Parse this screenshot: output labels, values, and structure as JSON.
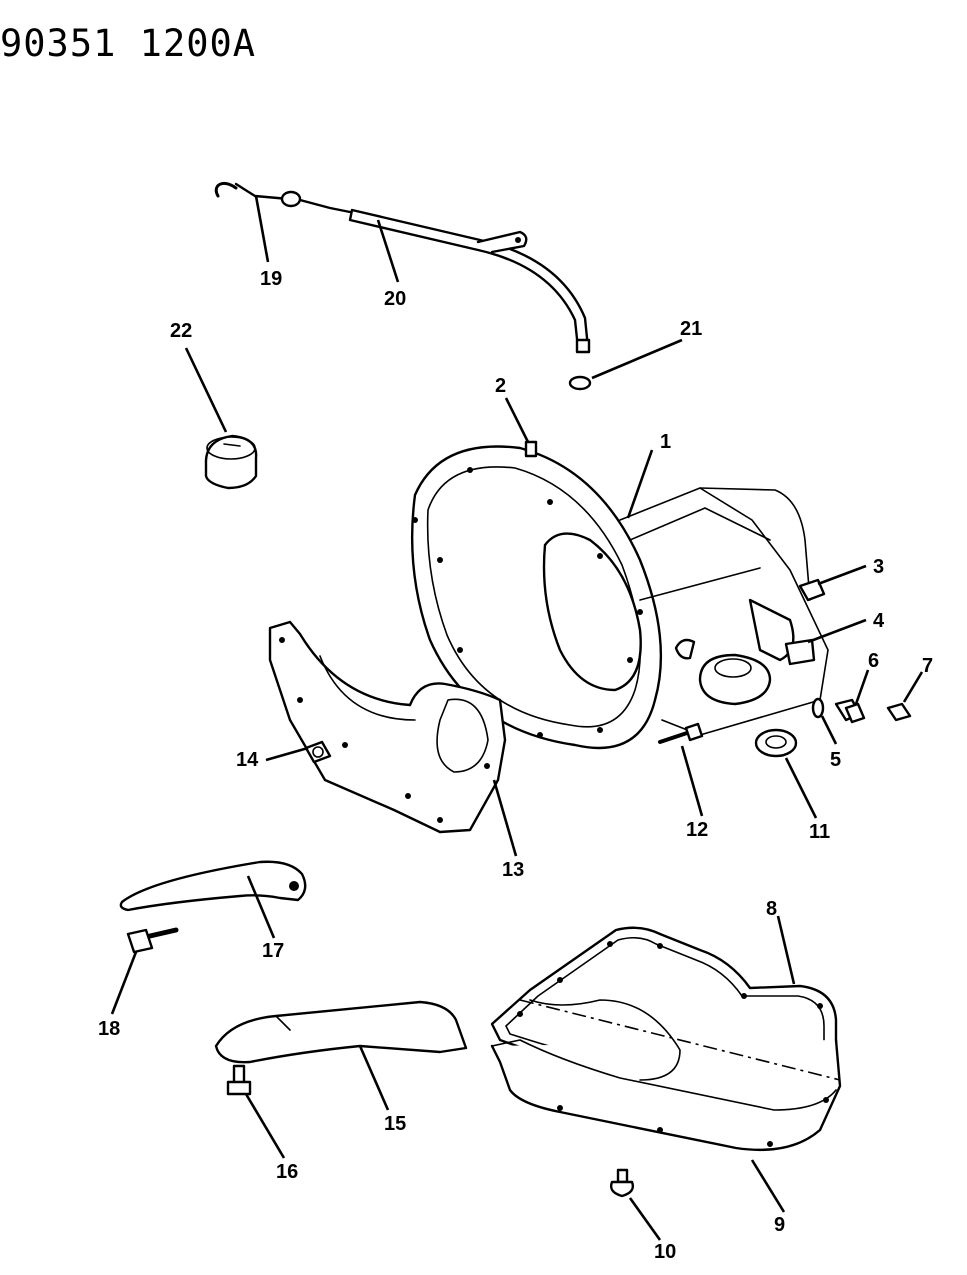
{
  "header": {
    "code_left": "90351",
    "code_right": "1200A"
  },
  "callouts": {
    "c1": "1",
    "c2": "2",
    "c3": "3",
    "c4": "4",
    "c5": "5",
    "c6": "6",
    "c7": "7",
    "c8": "8",
    "c9": "9",
    "c10": "10",
    "c11": "11",
    "c12": "12",
    "c13": "13",
    "c14": "14",
    "c15": "15",
    "c16": "16",
    "c17": "17",
    "c18": "18",
    "c19": "19",
    "c20": "20",
    "c21": "21",
    "c22": "22"
  }
}
